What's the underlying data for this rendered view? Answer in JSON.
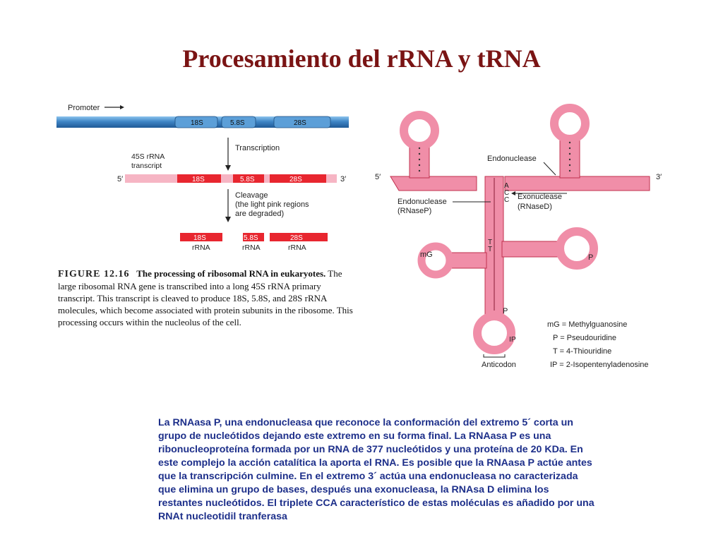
{
  "title": "Procesamiento del rRNA y tRNA",
  "rrna_figure": {
    "promoter_label": "Promoter",
    "gene_segments": [
      "18S",
      "5.8S",
      "28S"
    ],
    "transcription_label": "Transcription",
    "transcript_label_1": "45S rRNA",
    "transcript_label_2": "transcript",
    "five_prime": "5′",
    "three_prime": "3′",
    "transcript_segments": [
      "18S",
      "5.8S",
      "28S"
    ],
    "cleavage_lines": [
      "Cleavage",
      "(the light pink regions",
      "are degraded)"
    ],
    "products": [
      {
        "name": "18S",
        "type": "rRNA"
      },
      {
        "name": "5.8S",
        "type": "rRNA"
      },
      {
        "name": "28S",
        "type": "rRNA"
      }
    ],
    "caption_label": "FIGURE 12.16",
    "caption_bold": "The processing of ribosomal RNA in eukaryotes.",
    "caption_text": "The large ribosomal RNA gene is transcribed into a long 45S rRNA primary transcript. This transcript is cleaved to produce 18S, 5.8S, and 28S rRNA molecules, which become associated with protein subunits in the ribosome. This processing occurs within the nucleolus of the cell."
  },
  "trna_figure": {
    "five_prime": "5′",
    "three_prime": "3′",
    "endonuclease_label": "Endonuclease",
    "endonuclease_p_label_1": "Endonuclease",
    "endonuclease_p_label_2": "(RNaseP)",
    "exonuclease_label_1": "Exonuclease",
    "exonuclease_label_2": "(RNaseD)",
    "acc_bases": [
      "A",
      "C",
      "C"
    ],
    "tt_bases": [
      "T",
      "T"
    ],
    "mg_label": "mG",
    "mg_sup": "m",
    "p_labels": [
      "P",
      "P"
    ],
    "ip_label": "IP",
    "anticodon_label": "Anticodon",
    "legend": [
      "mG = Methylguanosine",
      "P = Pseudouridine",
      "T = 4-Thiouridine",
      "IP = 2-Isopentenyladenosine"
    ]
  },
  "body_text": "La RNAasa P, una endonucleasa que reconoce la conformación del extremo 5´ corta un grupo de nucleótidos dejando este extremo en su forma final. La RNAasa P es una ribonucleoproteína formada por un RNA de 377 nucleótidos y una proteína de 20 KDa. En este complejo la acción catalítica la aporta el RNA. Es posible que la RNAasa P actúe antes que la transcripción culmine. En el extremo 3´ actúa una endonucleasa no caracterizada que elimina un grupo de bases, después una exonucleasa, la RNAsa D elimina los restantes nucleótidos. El triplete CCA característico de estas moléculas es añadido por una RNAt nucleotidil tranferasa",
  "colors": {
    "title": "#7a1414",
    "gene_blue": "#3f86c6",
    "rrna_red": "#e8262f",
    "light_pink": "#f6b5c4",
    "trna_pink": "#f08ea8",
    "body_text": "#1d2f8a"
  }
}
